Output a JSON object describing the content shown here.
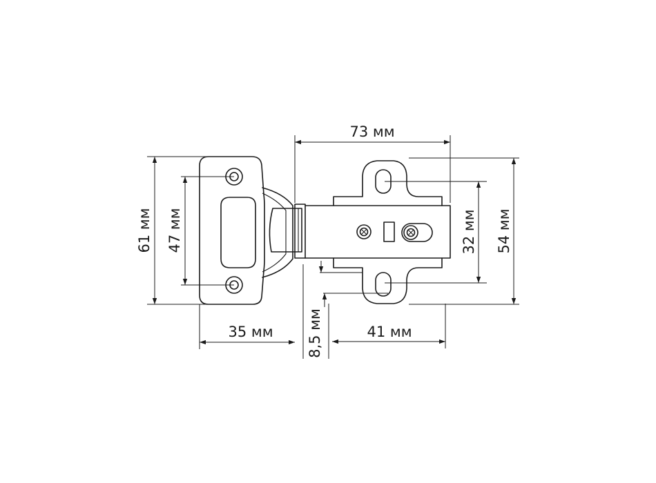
{
  "drawing": {
    "title": "",
    "line_color": "#1a1a1a",
    "background": "#ffffff",
    "dimensions": {
      "overall_width": "73 мм",
      "plate_height": "61 мм",
      "hole_spacing": "47 мм",
      "plate_width": "35 мм",
      "offset": "8,5 мм",
      "arm_width": "41 мм",
      "slot_spacing": "32 мм",
      "arm_height": "54 мм"
    }
  }
}
